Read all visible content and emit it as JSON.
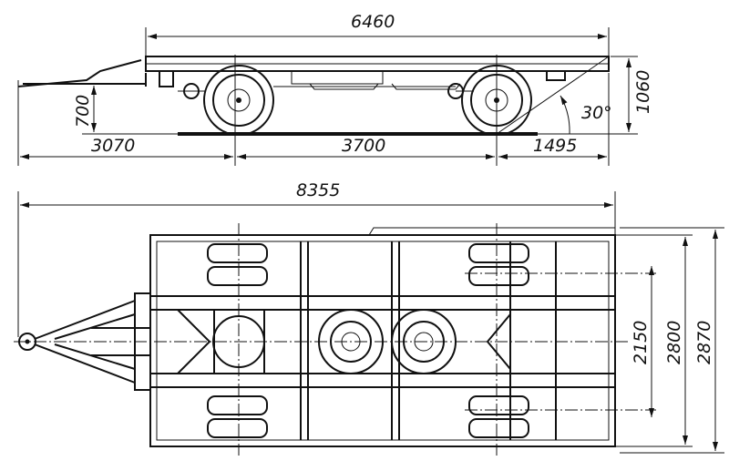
{
  "side_view": {
    "overall_length": "6460",
    "height": "1060",
    "hitch_height": "700",
    "angle": "30°",
    "front_overhang": "3070",
    "wheelbase": "3700",
    "rear_overhang": "1495"
  },
  "plan_view": {
    "overall_length": "8355",
    "track": "2150",
    "frame_width": "2800",
    "overall_width": "2870"
  }
}
